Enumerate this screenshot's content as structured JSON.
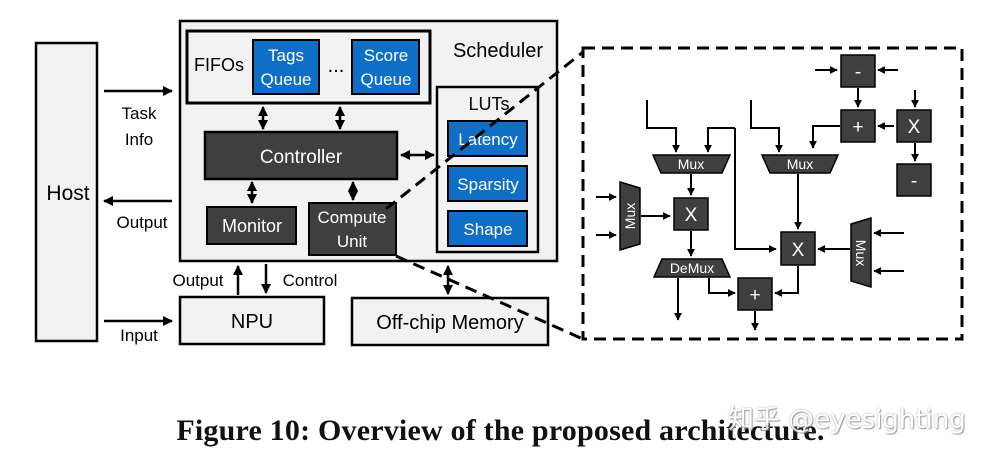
{
  "caption": "Figure 10: Overview of the proposed architecture.",
  "watermark": "知乎 @eyesighting",
  "diagram": {
    "host": "Host",
    "task_info_line1": "Task",
    "task_info_line2": "Info",
    "output_left": "Output",
    "input_left": "Input",
    "fifos": "FIFOs",
    "tags_line1": "Tags",
    "tags_line2": "Queue",
    "ellipsis": "...",
    "score_line1": "Score",
    "score_line2": "Queue",
    "scheduler": "Scheduler",
    "controller": "Controller",
    "monitor": "Monitor",
    "compute_line1": "Compute",
    "compute_line2": "Unit",
    "luts": "LUTs",
    "latency": "Latency",
    "sparsity": "Sparsity",
    "shape": "Shape",
    "output_npu": "Output",
    "control_npu": "Control",
    "npu": "NPU",
    "offchip": "Off-chip Memory",
    "detail": {
      "minus": "-",
      "plus": "+",
      "times": "X",
      "mux": "Mux",
      "demux": "DeMux"
    }
  },
  "colors": {
    "box_fill": "#f2f2f2",
    "dark_fill": "#3f3f3f",
    "blue_fill": "#0f6fc6",
    "stroke": "#000000"
  }
}
